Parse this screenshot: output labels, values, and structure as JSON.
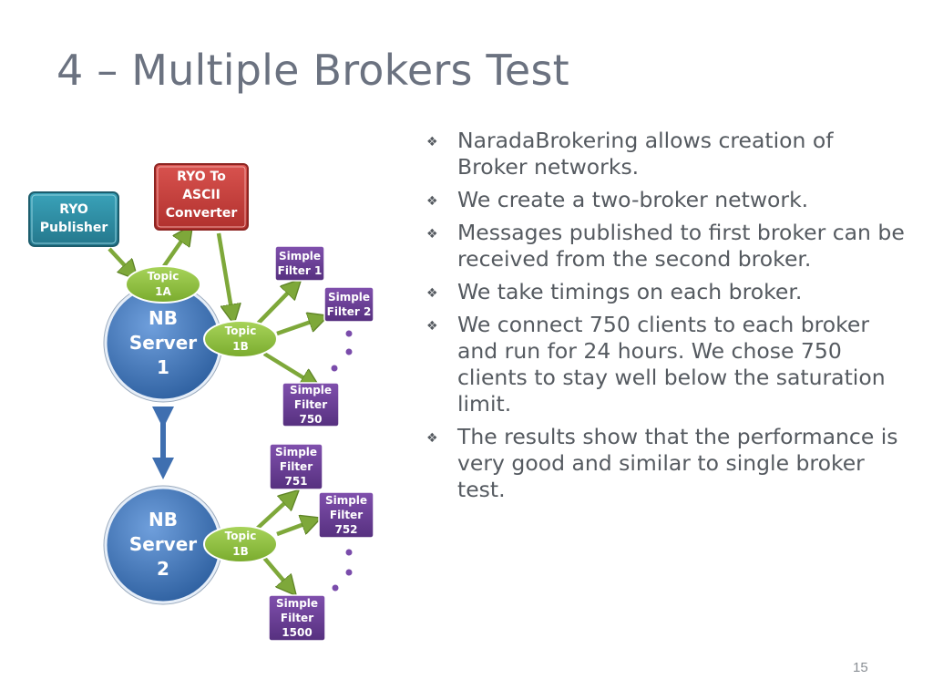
{
  "slide": {
    "title": "4 – Multiple Brokers Test",
    "page_number": "15"
  },
  "diagram": {
    "ryo_publisher": [
      "RYO",
      "Publisher"
    ],
    "ryo_converter": [
      "RYO To",
      "ASCII",
      "Converter"
    ],
    "server1": [
      "NB",
      "Server",
      "1"
    ],
    "server2": [
      "NB",
      "Server",
      "2"
    ],
    "topic_1a": [
      "Topic",
      "1A"
    ],
    "topic_1b_server1": [
      "Topic",
      "1B"
    ],
    "topic_1b_server2": [
      "Topic",
      "1B"
    ],
    "filter_1": [
      "Simple",
      "Filter 1"
    ],
    "filter_2": [
      "Simple",
      "Filter 2"
    ],
    "filter_750": [
      "Simple",
      "Filter",
      "750"
    ],
    "filter_751": [
      "Simple",
      "Filter",
      "751"
    ],
    "filter_752": [
      "Simple",
      "Filter",
      "752"
    ],
    "filter_1500": [
      "Simple",
      "Filter",
      "1500"
    ]
  },
  "colors": {
    "publisher": "#2f8fa6",
    "converter": "#c9403d",
    "server": "#3f73b8",
    "topic": "#8fc23f",
    "filter": "#6a3f96",
    "arrow": "#7ea83a",
    "link": "#3f6fb0"
  },
  "bullets": [
    "NaradaBrokering allows creation of Broker networks.",
    "We create a two-broker network.",
    "Messages published to first broker can be received from the second broker.",
    "We take timings on each broker.",
    "We connect 750 clients to each broker and run for 24 hours. We chose 750 clients to stay well below the saturation limit.",
    "The results show that the performance is very good and similar to single broker test."
  ]
}
